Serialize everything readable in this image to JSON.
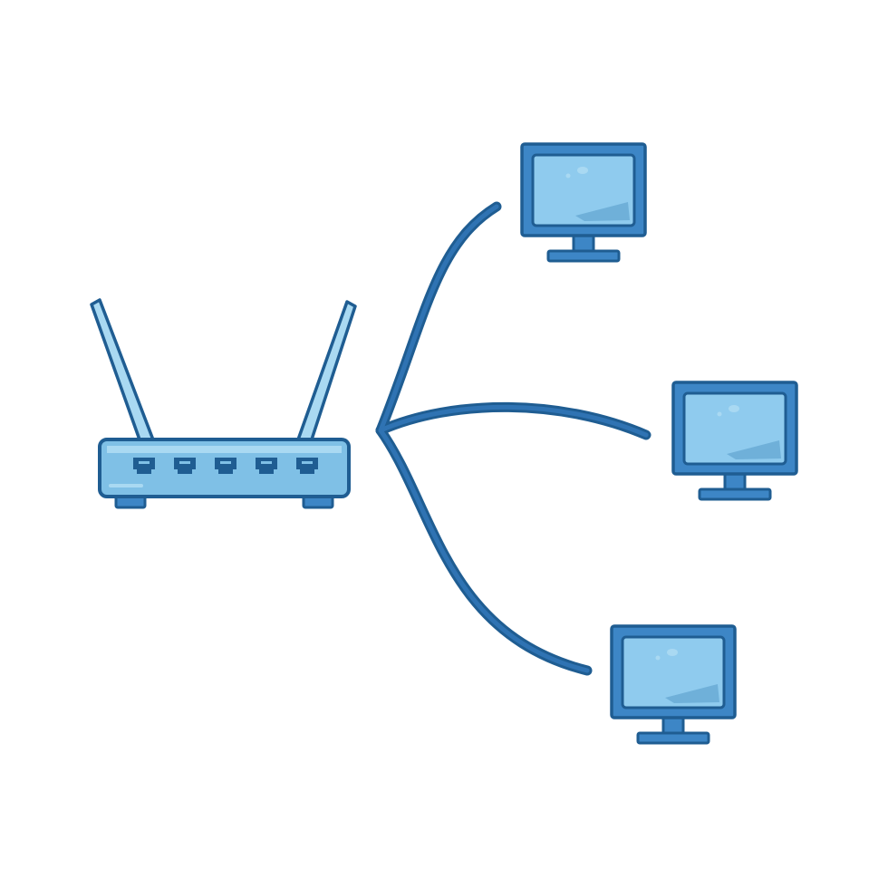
{
  "diagram": {
    "nodes": [
      {
        "id": "router",
        "kind": "wifi-router-icon",
        "ports": 5,
        "antennas": 2
      },
      {
        "id": "pc1",
        "kind": "monitor-icon"
      },
      {
        "id": "pc2",
        "kind": "monitor-icon"
      },
      {
        "id": "pc3",
        "kind": "monitor-icon"
      }
    ],
    "edges": [
      {
        "from": "router",
        "to": "pc1"
      },
      {
        "from": "router",
        "to": "pc2"
      },
      {
        "from": "router",
        "to": "pc3"
      }
    ]
  },
  "colors": {
    "outline": "#1f5d92",
    "body": "#7fc0e6",
    "body_light": "#a9d9f2",
    "screen": "#8fcbee",
    "screen_shade": "#6fb0d9",
    "frame": "#3d86c6",
    "cable": "#2f73b3",
    "cable_highlight": "#5aa0d6",
    "port": "#1f5d92",
    "background": "#ffffff"
  }
}
